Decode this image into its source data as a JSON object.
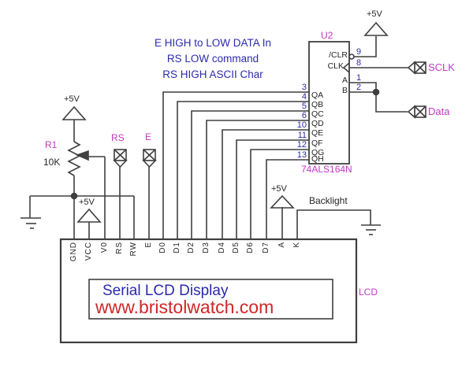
{
  "annotation": {
    "lines": [
      "E HIGH to LOW DATA In",
      "RS LOW command",
      "RS HIGH ASCII Char"
    ]
  },
  "power": {
    "label": "+5V"
  },
  "chip": {
    "ref": "U2",
    "part": "74ALS164N",
    "left_pins": [
      {
        "num": "3",
        "name": "QA"
      },
      {
        "num": "4",
        "name": "QB"
      },
      {
        "num": "5",
        "name": "QC"
      },
      {
        "num": "6",
        "name": "QD"
      },
      {
        "num": "10",
        "name": "QE"
      },
      {
        "num": "11",
        "name": "QF"
      },
      {
        "num": "12",
        "name": "QG"
      },
      {
        "num": "13",
        "name": "QH"
      }
    ],
    "right_pins": [
      {
        "num": "9",
        "name": "/CLR"
      },
      {
        "num": "8",
        "name": "CLK"
      },
      {
        "num": "1",
        "name": "A"
      },
      {
        "num": "2",
        "name": "B"
      }
    ]
  },
  "connectors": {
    "sclk": "SCLK",
    "data": "Data",
    "rs": "RS",
    "e": "E"
  },
  "resistor": {
    "ref": "R1",
    "value": "10K"
  },
  "backlight": {
    "label": "Backlight"
  },
  "lcd": {
    "label": "LCD",
    "title": "Serial LCD Display",
    "url": "www.bristolwatch.com",
    "pins": [
      "GND",
      "VCC",
      "V0",
      "RS",
      "RW",
      "E",
      "D0",
      "D1",
      "D2",
      "D3",
      "D4",
      "D5",
      "D6",
      "D7",
      "A",
      "K"
    ]
  },
  "colors": {
    "wire": "#3f3f3f",
    "magenta": "#c437c4",
    "blue": "#2b2bab",
    "title_blue": "#2929b0",
    "red": "#cf2727"
  }
}
